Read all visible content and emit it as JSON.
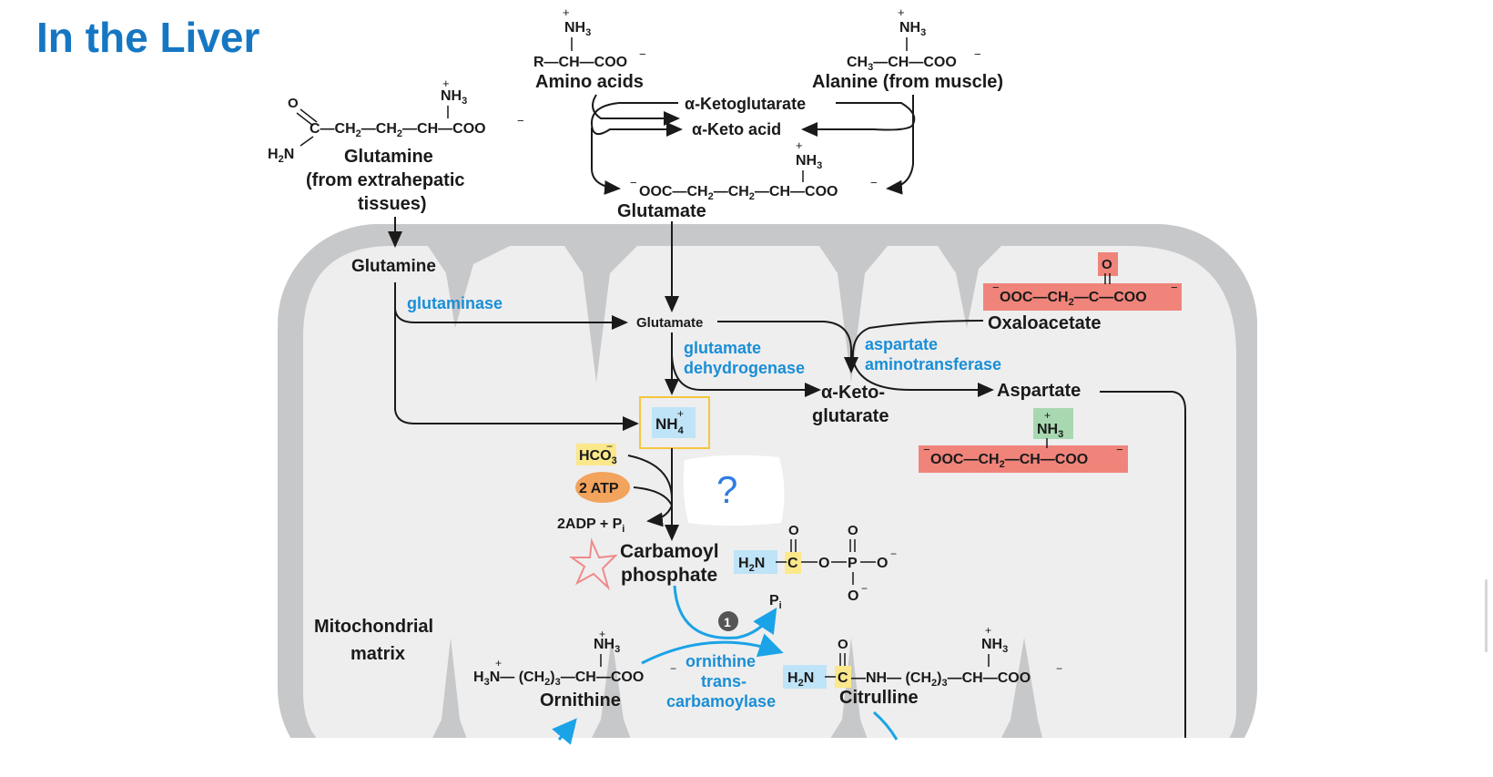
{
  "title": "In the Liver",
  "charges": {
    "plus": "+",
    "minus": "−"
  },
  "molecules": {
    "amino_acids": {
      "top": "NH",
      "sub": "3",
      "backbone": "R—CH—COO",
      "name": "Amino acids"
    },
    "alanine": {
      "top": "NH",
      "sub": "3",
      "backbone_a": "CH",
      "backbone_b": "—CH—COO",
      "name": "Alanine (from muscle)"
    },
    "glutamine_ext": {
      "o": "O",
      "h2n": "H",
      "h2n_sub": "2",
      "h2n_n": "N",
      "nh3": "NH",
      "nh3_sub": "3",
      "chain": "C—CH",
      "chain2": "—CH",
      "chain3": "—CH—COO",
      "name": "Glutamine",
      "note_line1": "(from extrahepatic",
      "note_line2": "tissues)"
    },
    "glutamate_top": {
      "nh3": "NH",
      "nh3_sub": "3",
      "chain": "OOC—CH",
      "chain2": "—CH",
      "chain3": "—CH—COO",
      "name": "Glutamate"
    },
    "oxaloacetate": {
      "o": "O",
      "chain": "OOC—CH",
      "chain2": "—C—COO",
      "name": "Oxaloacetate"
    },
    "aspartate": {
      "name": "Aspartate",
      "nh3": "NH",
      "nh3_sub": "3",
      "chain": "OOC—CH",
      "chain2": "—CH—COO"
    },
    "carbamoyl": {
      "name_line1": "Carbamoyl",
      "name_line2": "phosphate",
      "h2n": "H",
      "h2n_sub": "2",
      "h2n_n": "N",
      "c": "C",
      "o": "O",
      "p": "P",
      "pi_p": "P",
      "pi_i": "i"
    },
    "ornithine": {
      "h3n": "H",
      "h3n_sub": "3",
      "h3n_n": "N— (CH",
      "h3n_sub2": "2",
      "chain": ")",
      "chain_sub": "3",
      "chain2": "—CH—COO",
      "nh3": "NH",
      "nh3_sub": "3",
      "name": "Ornithine"
    },
    "citrulline": {
      "h2n": "H",
      "h2n_sub": "2",
      "h2n_n": "N",
      "c": "C",
      "rest": "—NH— (CH",
      "rest_sub": "2",
      "rest2": ")",
      "rest2_sub": "3",
      "rest3": "—CH—COO",
      "o": "O",
      "nh3": "NH",
      "nh3_sub": "3",
      "name": "Citrulline"
    }
  },
  "labels": {
    "alpha_ketoglutarate_top": "α-Ketoglutarate",
    "alpha_keto_acid": "α-Keto acid",
    "glutamine_inner": "Glutamine",
    "glutaminase": "glutaminase",
    "glutamate_inner": "Glutamate",
    "glutamate_dehydrogenase_line1": "glutamate",
    "glutamate_dehydrogenase_line2": "dehydrogenase",
    "aspartate_aminotransferase_line1": "aspartate",
    "aspartate_aminotransferase_line2": "aminotransferase",
    "alpha_keto_line1": "α-Keto-",
    "alpha_keto_line2": "glutarate",
    "nh4": "NH",
    "nh4_sub": "4",
    "hco3": "HCO",
    "hco3_sub": "3",
    "atp": "2 ATP",
    "adp": "2ADP + P",
    "adp_sub": "i",
    "question": "?",
    "step_number": "1",
    "otc_line1": "ornithine",
    "otc_line2": "trans-",
    "otc_line3": "carbamoylase",
    "matrix_line1": "Mitochondrial",
    "matrix_line2": "matrix"
  },
  "colors": {
    "title": "#1577c3",
    "enzyme": "#1a8fd6",
    "membrane_outer": "#c7c8ca",
    "matrix": "#eeeeef",
    "nh4_box": "#f4c63d",
    "nh4_fill": "#bfe3f7",
    "hco3_hl": "#fbe88a",
    "atp_fill": "#f2a35c",
    "salmon": "#f0847a",
    "green": "#a8d8b0",
    "blue_hl": "#bfe3f7",
    "yellow_hl": "#fbe88a",
    "star": "#f08a8a",
    "arrow_blue": "#1aa3e6"
  }
}
